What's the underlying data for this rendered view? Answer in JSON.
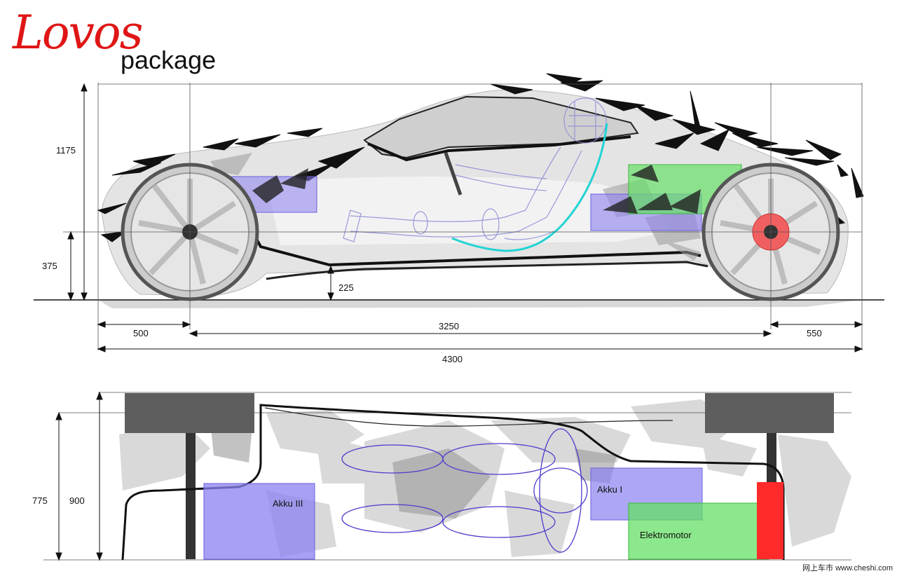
{
  "header": {
    "logo_text": "Lovos",
    "subtitle": "package"
  },
  "side_view": {
    "dimensions": {
      "height_total": "1175",
      "axle_height": "375",
      "ground_clearance": "225",
      "front_overhang": "500",
      "wheelbase": "3250",
      "rear_overhang": "550",
      "overall_length": "4300"
    }
  },
  "top_view": {
    "dimensions": {
      "inner_width": "775",
      "outer_width": "900"
    },
    "components": {
      "battery_rear": "Akku III",
      "battery_front": "Akku I",
      "motor": "Elektromotor"
    }
  },
  "colors": {
    "logo": "#e01616",
    "battery": "#8a80f0",
    "motor": "#66e066",
    "hub": "#f06060",
    "accent_line": "#22d3d3",
    "marker": "#ff2a2a"
  },
  "watermark": "网上车市 www.cheshi.com"
}
